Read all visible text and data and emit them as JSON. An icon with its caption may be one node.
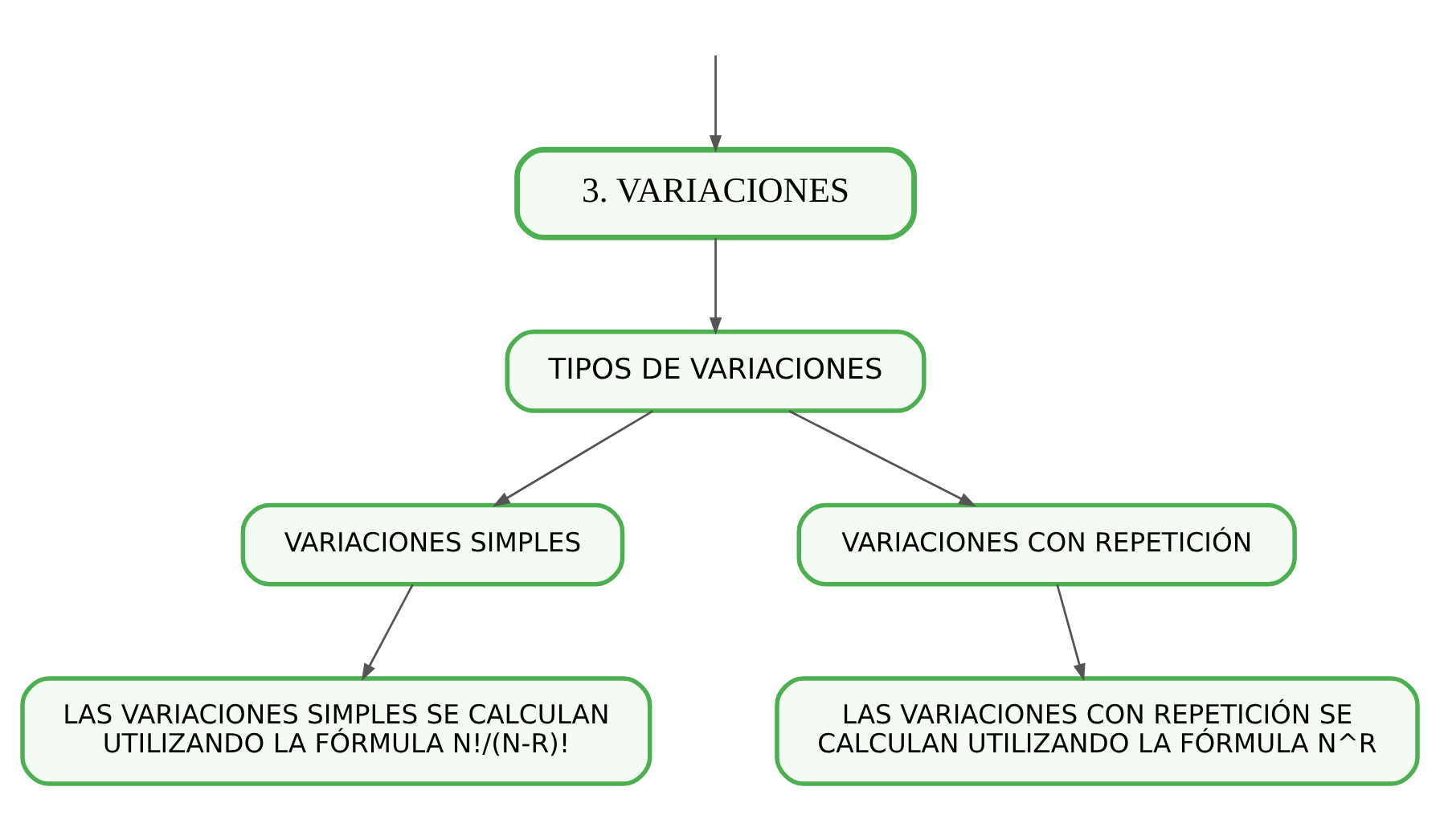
{
  "diagram": {
    "nodes": [
      {
        "text": [
          "3. VARIACIONES"
        ]
      },
      {
        "text": [
          "TIPOS DE VARIACIONES"
        ]
      },
      {
        "text": [
          "VARIACIONES SIMPLES"
        ]
      },
      {
        "text": [
          "VARIACIONES CON REPETICIÓN"
        ]
      },
      {
        "text": [
          "LAS VARIACIONES SIMPLES SE CALCULAN UTILIZANDO LA FÓRMULA N!/(N-R)!"
        ]
      },
      {
        "text": [
          "LAS VARIACIONES CON REPETICIÓN SE CALCULAN UTILIZANDO LA FÓRMULA N^R"
        ]
      }
    ],
    "edges": [
      {
        "from": null,
        "to": 0,
        "arrow": "to"
      },
      {
        "from": 0,
        "to": 1,
        "arrow": "to"
      },
      {
        "from": 1,
        "to": 2,
        "arrow": "to"
      },
      {
        "from": 1,
        "to": 3,
        "arrow": "to"
      },
      {
        "from": 2,
        "to": 4,
        "arrow": "to"
      },
      {
        "from": 3,
        "to": 5,
        "arrow": "to"
      }
    ]
  }
}
